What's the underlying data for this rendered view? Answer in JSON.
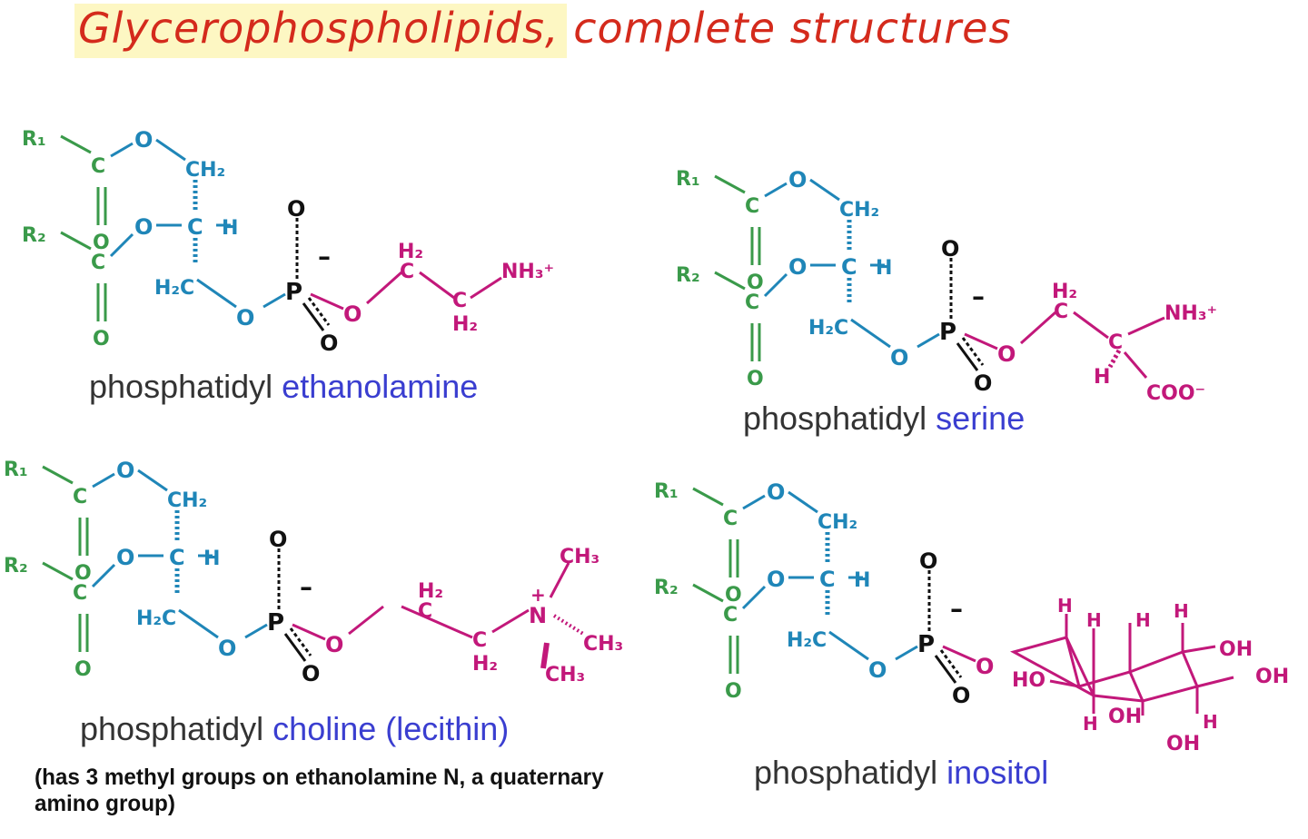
{
  "title": "Glycerophospholipids, complete structures",
  "colors": {
    "title": "#d42a1c",
    "fatty_acid": "#3a9a4a",
    "glycerol": "#1f86b8",
    "phosphate": "#111111",
    "head_group": "#c2187a",
    "name_highlight": "#3a3ed0"
  },
  "atoms": {
    "r1": "R₁",
    "r2": "R₂",
    "c": "C",
    "o": "O",
    "ch2": "CH₂",
    "ch": "C",
    "h": "H",
    "h2c": "H₂C",
    "p": "P",
    "minus": "–",
    "h2": "H₂"
  },
  "molecules": [
    {
      "prefix": "phosphatidyl",
      "name": "ethanolamine",
      "head": {
        "nh3": "NH₃⁺"
      }
    },
    {
      "prefix": "phosphatidyl",
      "name": "serine",
      "head": {
        "nh3": "NH₃⁺",
        "coo": "COO⁻"
      }
    },
    {
      "prefix": "phosphatidyl",
      "name": "choline (lecithin)",
      "head": {
        "n": "N",
        "plus": "+",
        "ch3": "CH₃"
      },
      "note": "(has 3 methyl groups on ethanolamine N, a quaternary amino group)"
    },
    {
      "prefix": "phosphatidyl",
      "name": "inositol",
      "head": {
        "oh": "OH",
        "ho": "HO"
      }
    }
  ]
}
